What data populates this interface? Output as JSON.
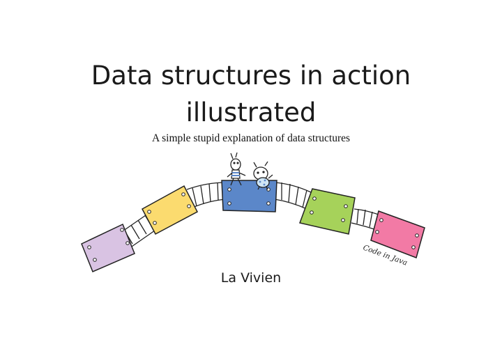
{
  "cover": {
    "title_line1": "Data structures in action",
    "title_line2": "illustrated",
    "subtitle": "A simple stupid explanation of data structures",
    "author": "La Vivien",
    "tag": "Code in Java"
  },
  "colors": {
    "purple": "#d9c3e3",
    "yellow": "#fbdb6f",
    "blue": "#5b87c9",
    "green": "#a6d25a",
    "pink": "#f27aa5",
    "ink": "#222222"
  }
}
